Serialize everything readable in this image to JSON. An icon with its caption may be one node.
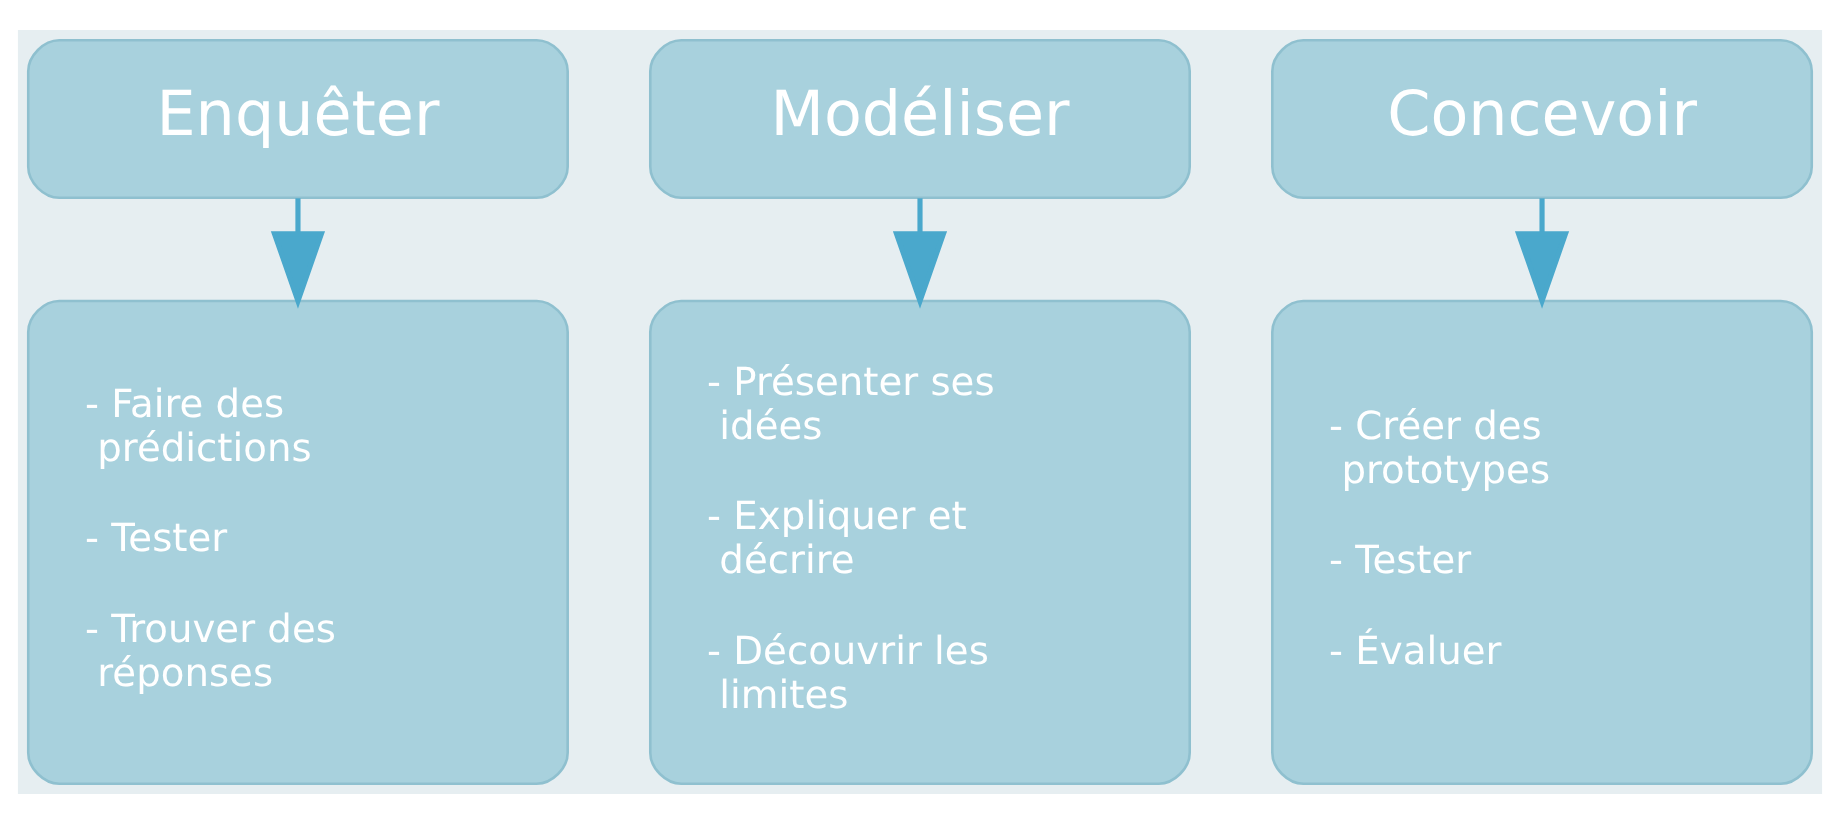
{
  "diagram": {
    "nodes": [
      {
        "text": [
          "Enquêter"
        ]
      },
      {
        "text": [
          "Modéliser"
        ]
      },
      {
        "text": [
          "Concevoir"
        ]
      },
      {
        "text": [
          "- Faire des prédictions",
          "- Tester",
          "- Trouver des réponses"
        ]
      },
      {
        "text": [
          "- Présenter ses idées",
          "- Expliquer et décrire",
          "- Découvrir les limites"
        ]
      },
      {
        "text": [
          "- Créer des prototypes",
          "- Tester",
          "- Évaluer"
        ]
      }
    ],
    "edges": [
      {
        "from": 0,
        "to": 3,
        "arrow": "to"
      },
      {
        "from": 1,
        "to": 4,
        "arrow": "to"
      },
      {
        "from": 2,
        "to": 5,
        "arrow": "to"
      }
    ]
  }
}
